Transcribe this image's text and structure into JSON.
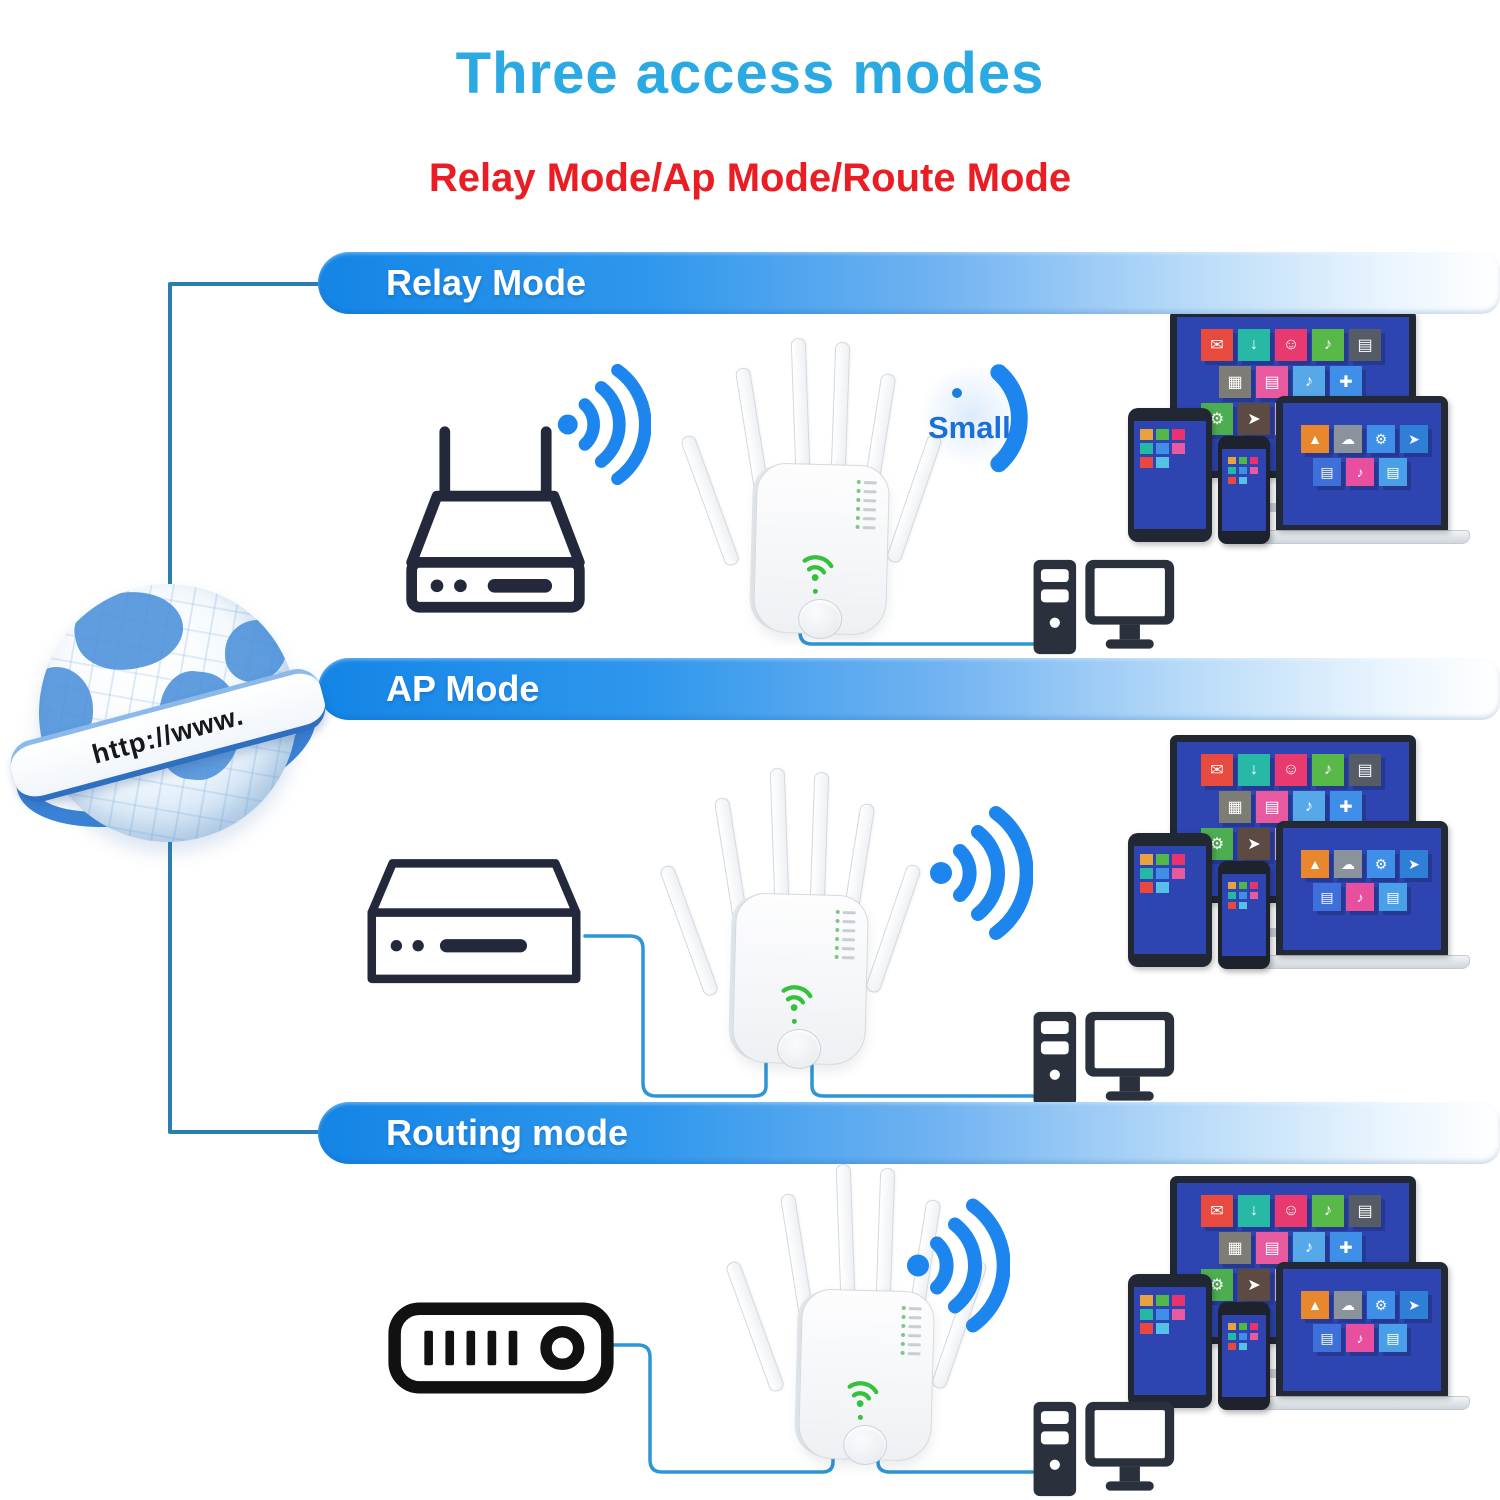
{
  "header": {
    "title": "Three access modes",
    "subtitle": "Relay Mode/Ap Mode/Route Mode"
  },
  "modes": [
    {
      "label": "Relay Mode"
    },
    {
      "label": "AP Mode"
    },
    {
      "label": "Routing mode"
    }
  ],
  "relay_annotation": {
    "label": "Small"
  },
  "globe": {
    "banner": "http://www."
  },
  "repeater": {
    "led_count": 6
  },
  "colors": {
    "title_blue": "#2aa9e2",
    "subtitle_red": "#ea1c24",
    "pill_blue": "#1485e6",
    "wifi_blue": "#1d86ee",
    "wire_blue": "#2e96d6",
    "tree_blue": "#2b7fb0",
    "screen_blue": "#2e44b0",
    "device_dark": "#23293a",
    "repeater_green": "#35c13c"
  },
  "device_tiles": {
    "monitor": [
      [
        {
          "c": "#e84a3f",
          "g": "✉"
        },
        {
          "c": "#27b9a6",
          "g": "↓"
        },
        {
          "c": "#e83a6e",
          "g": "☺"
        },
        {
          "c": "#58b848",
          "g": "♪"
        },
        {
          "c": "#565c66",
          "g": "▤"
        }
      ],
      [
        {
          "c": "#7d7d75",
          "g": "▦"
        },
        {
          "c": "#e85aa0",
          "g": "▤"
        },
        {
          "c": "#56a8e8",
          "g": "♪"
        },
        {
          "c": "#3f8fe8",
          "g": "✚"
        }
      ],
      [
        {
          "c": "#4cae50",
          "g": "⚙"
        },
        {
          "c": "#5d4a42",
          "g": "➤"
        },
        {
          "c": "#e8a9bc",
          "g": "↻"
        }
      ]
    ],
    "laptop": [
      [
        {
          "c": "#e8872e",
          "g": "▲"
        },
        {
          "c": "#8a939c",
          "g": "☁"
        },
        {
          "c": "#3f8fe8",
          "g": "⚙"
        },
        {
          "c": "#2f7fd6",
          "g": "➤"
        }
      ],
      [
        {
          "c": "#3f6fd8",
          "g": "▤"
        },
        {
          "c": "#e84f9e",
          "g": "♪"
        },
        {
          "c": "#4aa0e8",
          "g": "▤"
        }
      ]
    ],
    "mini": [
      "#e8a23f",
      "#51b748",
      "#e8336e",
      "#26b8a5",
      "#3f8fe8",
      "#e85aa0",
      "#e8483f",
      "#56c1e8"
    ]
  }
}
